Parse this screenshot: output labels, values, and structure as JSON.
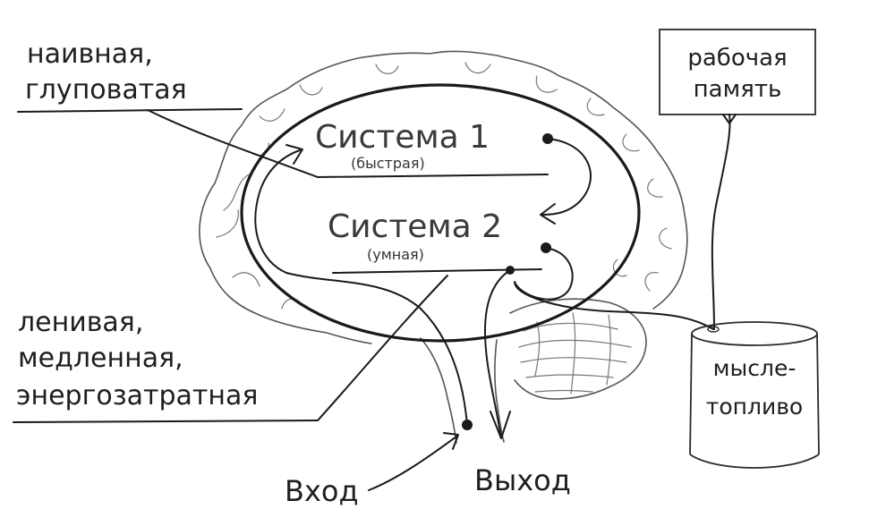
{
  "labels": {
    "system1": "Система 1",
    "system1_sub": "(быстрая)",
    "system2": "Система 2",
    "system2_sub": "(умная)",
    "naive_line1": "наивная,",
    "naive_line2": "глуповатая",
    "lazy_line1": "ленивая,",
    "lazy_line2": "медленная,",
    "lazy_line3": "энергозатратная",
    "working_memory_line1": "рабочая",
    "working_memory_line2": "память",
    "fuel_line1": "мысле-",
    "fuel_line2": "топливо",
    "input": "Вход",
    "output": "Выход"
  },
  "colors": {
    "ink": "#1a1a1a",
    "pencil": "#555555",
    "background": "#ffffff"
  },
  "icons": {
    "brain": "brain-sketch-icon",
    "fuel_barrel": "barrel-icon",
    "memory_box": "box-icon"
  }
}
